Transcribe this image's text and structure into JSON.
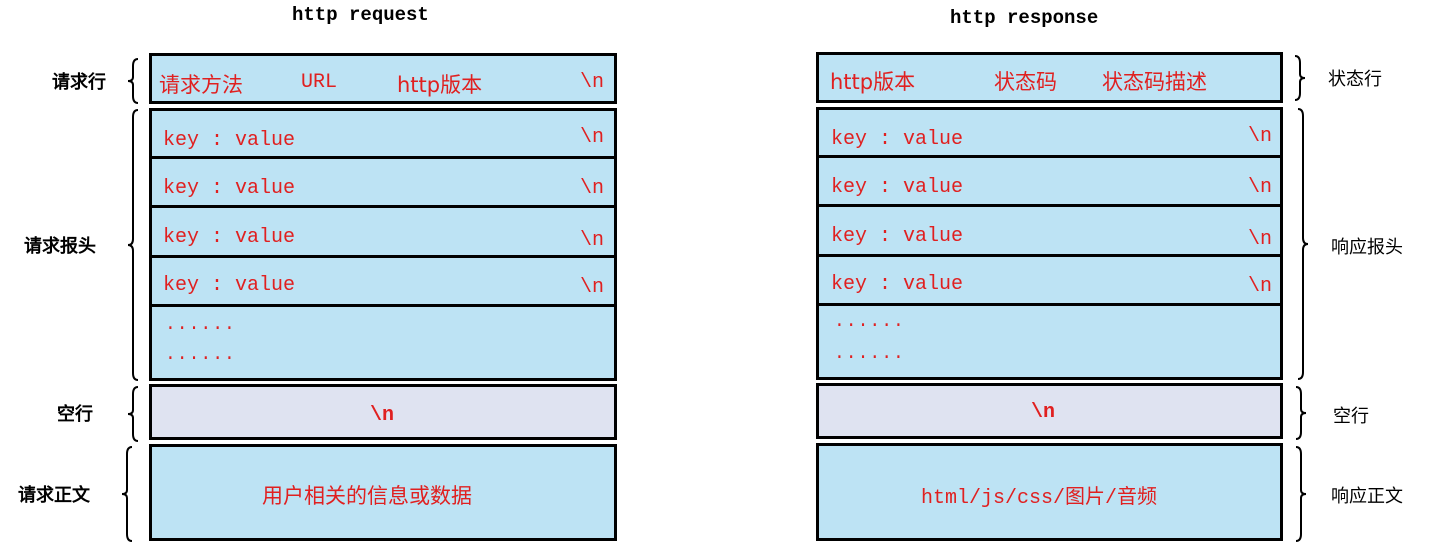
{
  "request": {
    "title": "http request",
    "line": {
      "method": "请求方法",
      "url": "URL",
      "version": "http版本",
      "crlf": "\\n"
    },
    "headers": [
      {
        "kv": "key : value",
        "crlf": "\\n"
      },
      {
        "kv": "key : value",
        "crlf": "\\n"
      },
      {
        "kv": "key : value",
        "crlf": "\\n"
      },
      {
        "kv": "key : value",
        "crlf": "\\n"
      }
    ],
    "ellipsis": [
      "......",
      "......"
    ],
    "blank_line": "\\n",
    "body": "用户相关的信息或数据",
    "labels": {
      "line": "请求行",
      "headers": "请求报头",
      "blank": "空行",
      "body": "请求正文"
    }
  },
  "response": {
    "title": "http response",
    "line": {
      "version": "http版本",
      "status_code": "状态码",
      "status_desc": "状态码描述"
    },
    "headers": [
      {
        "kv": "key : value",
        "crlf": "\\n"
      },
      {
        "kv": "key : value",
        "crlf": "\\n"
      },
      {
        "kv": "key : value",
        "crlf": "\\n"
      },
      {
        "kv": "key : value",
        "crlf": "\\n"
      }
    ],
    "ellipsis": [
      "......",
      "......"
    ],
    "blank_line": "\\n",
    "body": "html/js/css/图片/音频",
    "labels": {
      "line": "状态行",
      "headers": "响应报头",
      "blank": "空行",
      "body": "响应正文"
    }
  },
  "colors": {
    "box_fill": "#bde3f4",
    "blank_fill": "#dfe3f1",
    "text_red": "#e02020",
    "border": "#000000"
  }
}
